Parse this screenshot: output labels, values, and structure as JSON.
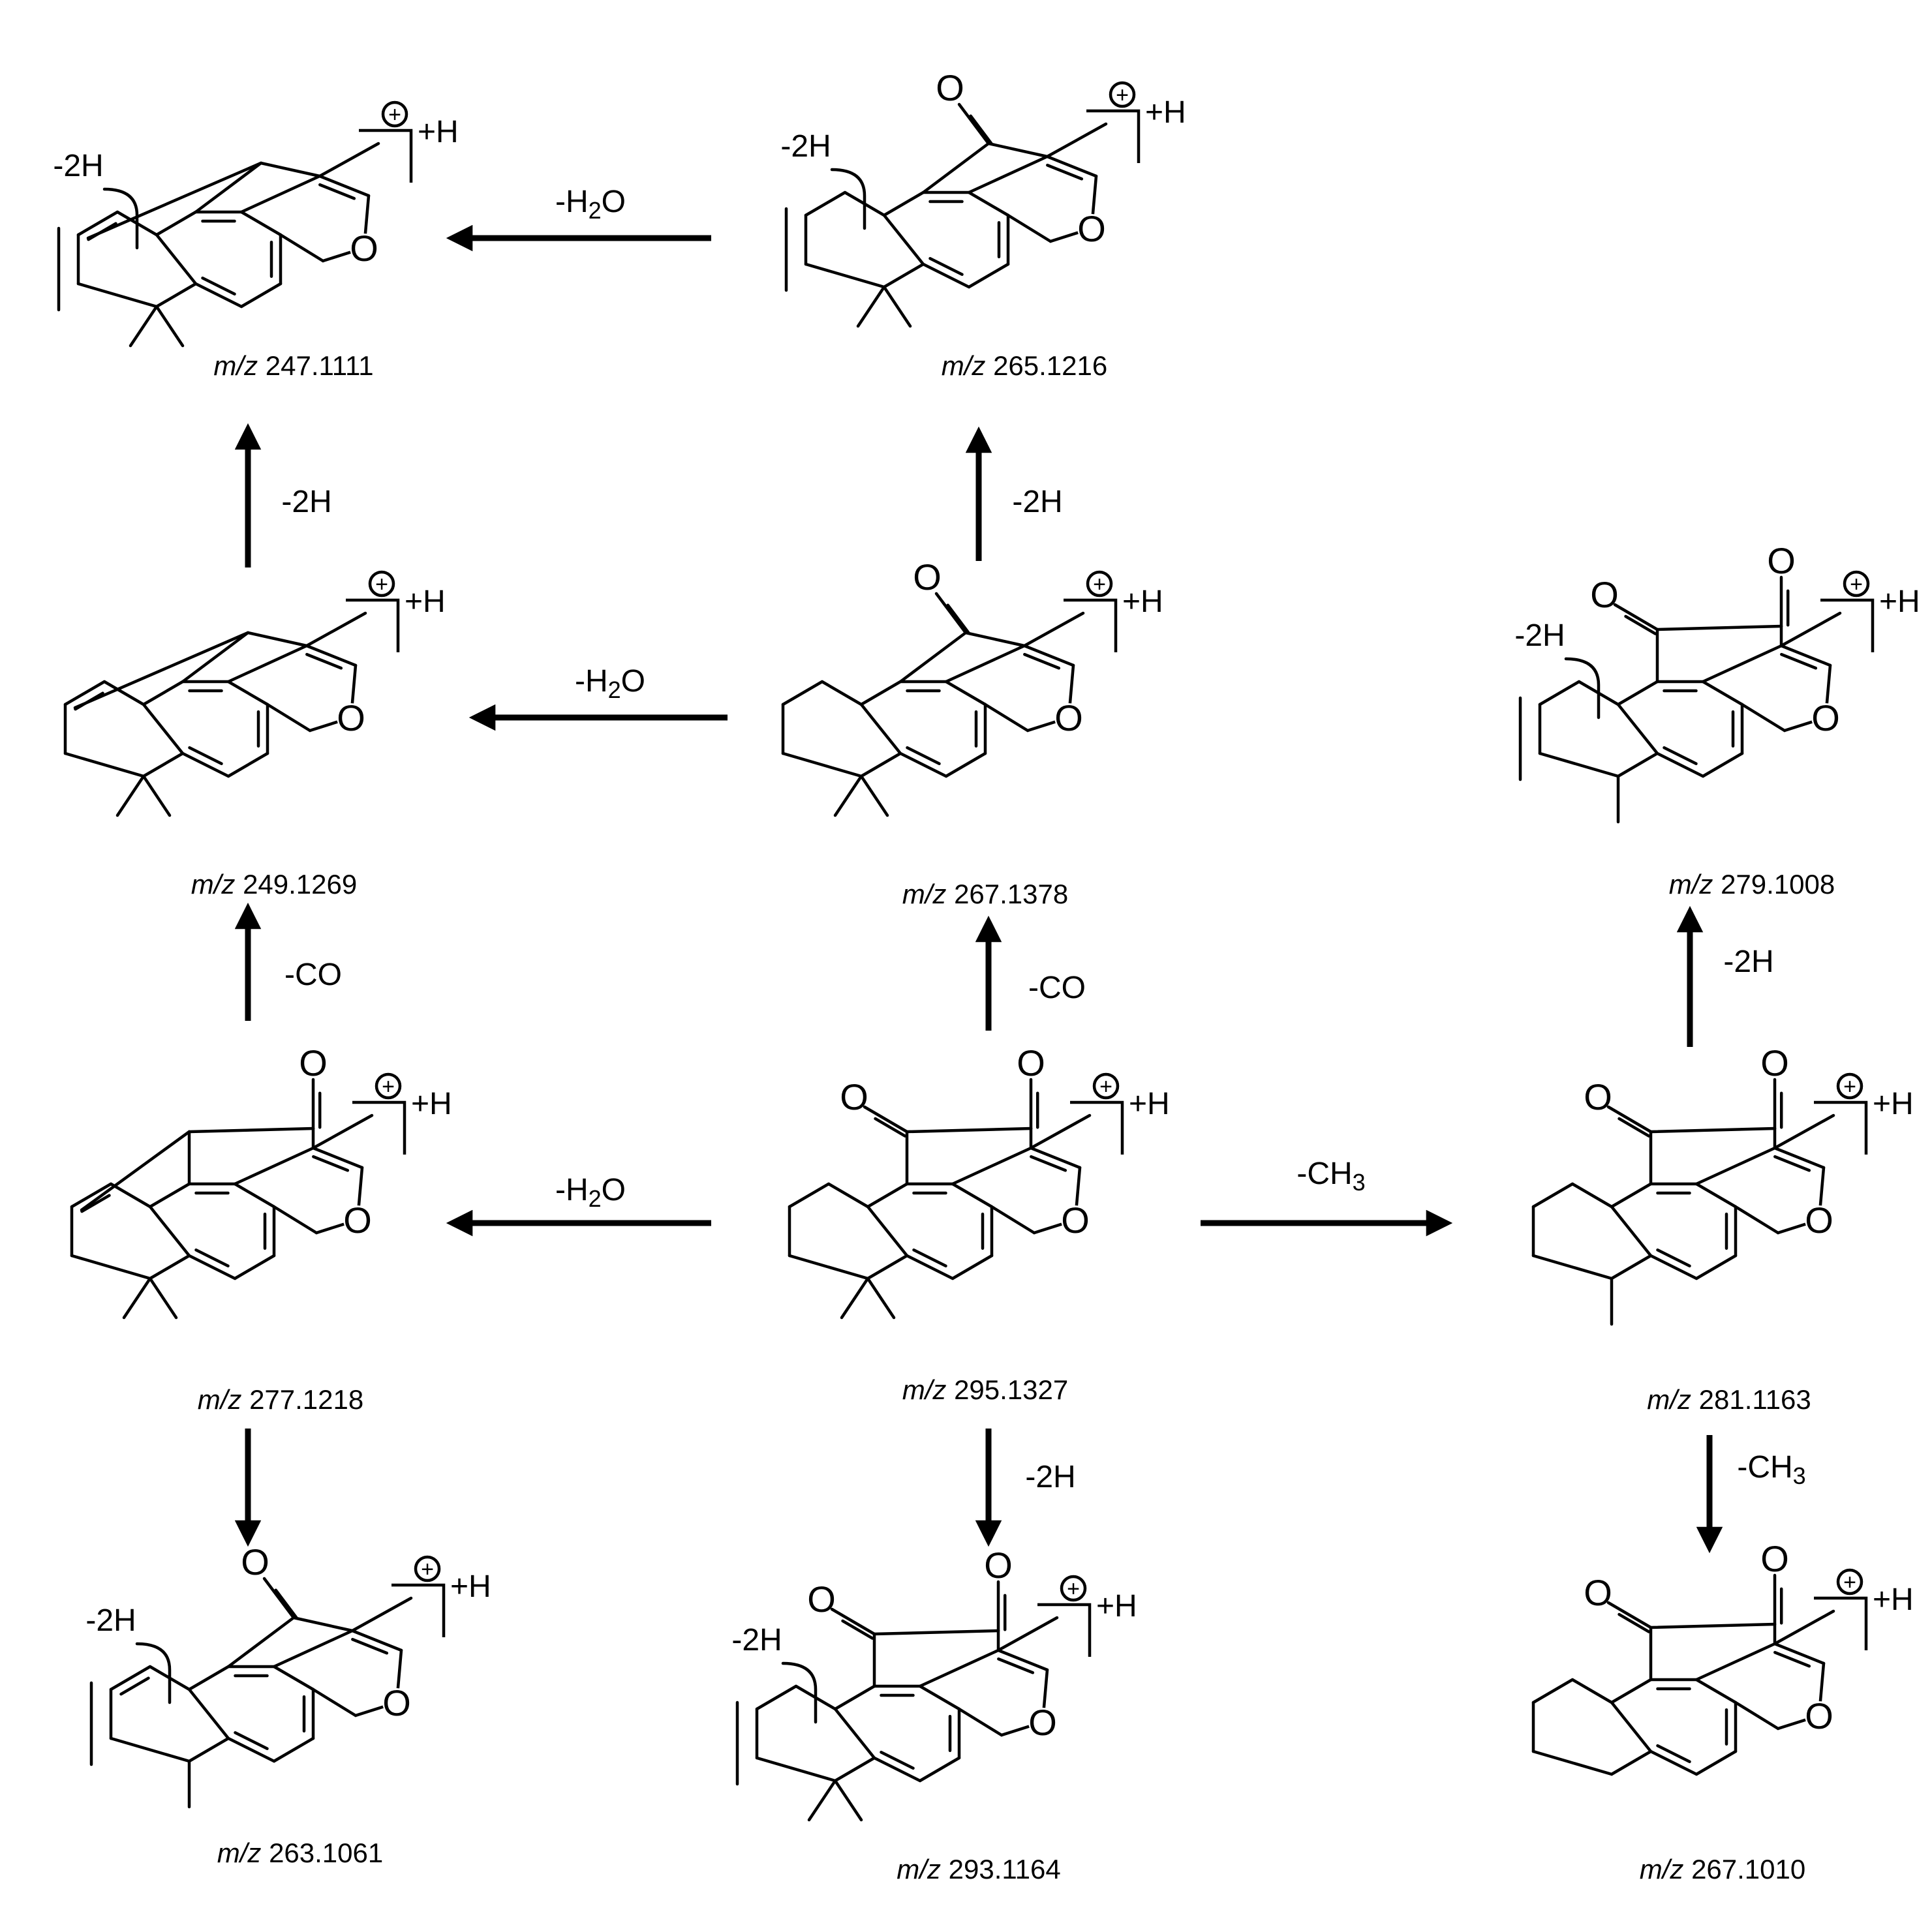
{
  "atoms": {
    "oxygen": "O"
  },
  "charge": {
    "symbol": "+",
    "adduct": "+H"
  },
  "mz_prefix": "m/z",
  "fragments": [
    {
      "id": "f247",
      "mz": "247.1111"
    },
    {
      "id": "f265",
      "mz": "265.1216"
    },
    {
      "id": "f249",
      "mz": "249.1269"
    },
    {
      "id": "f267a",
      "mz": "267.1378"
    },
    {
      "id": "f279",
      "mz": "279.1008"
    },
    {
      "id": "f277",
      "mz": "277.1218"
    },
    {
      "id": "f295",
      "mz": "295.1327"
    },
    {
      "id": "f281",
      "mz": "281.1163"
    },
    {
      "id": "f263",
      "mz": "263.1061"
    },
    {
      "id": "f293",
      "mz": "293.1164"
    },
    {
      "id": "f267b",
      "mz": "267.1010"
    }
  ],
  "transitions": [
    {
      "from": "f265",
      "to": "f247",
      "loss": "-H2O",
      "loss_main": "-H",
      "loss_sub": "2",
      "loss_tail": "O"
    },
    {
      "from": "f249",
      "to": "f247",
      "loss": "-2H",
      "loss_main": "-2H",
      "loss_sub": "",
      "loss_tail": ""
    },
    {
      "from": "f267a",
      "to": "f265",
      "loss": "-2H",
      "loss_main": "-2H",
      "loss_sub": "",
      "loss_tail": ""
    },
    {
      "from": "f267a",
      "to": "f249",
      "loss": "-H2O",
      "loss_main": "-H",
      "loss_sub": "2",
      "loss_tail": "O"
    },
    {
      "from": "f277",
      "to": "f249",
      "loss": "-CO",
      "loss_main": "-CO",
      "loss_sub": "",
      "loss_tail": ""
    },
    {
      "from": "f295",
      "to": "f267a",
      "loss": "-CO",
      "loss_main": "-CO",
      "loss_sub": "",
      "loss_tail": ""
    },
    {
      "from": "f295",
      "to": "f277",
      "loss": "-H2O",
      "loss_main": "-H",
      "loss_sub": "2",
      "loss_tail": "O"
    },
    {
      "from": "f295",
      "to": "f281",
      "loss": "-CH3",
      "loss_main": "-CH",
      "loss_sub": "3",
      "loss_tail": ""
    },
    {
      "from": "f281",
      "to": "f279",
      "loss": "-2H",
      "loss_main": "-2H",
      "loss_sub": "",
      "loss_tail": ""
    },
    {
      "from": "f277",
      "to": "f263",
      "loss": "",
      "loss_main": "",
      "loss_sub": "",
      "loss_tail": ""
    },
    {
      "from": "f295",
      "to": "f293",
      "loss": "-2H",
      "loss_main": "-2H",
      "loss_sub": "",
      "loss_tail": ""
    },
    {
      "from": "f281",
      "to": "f267b",
      "loss": "-CH3",
      "loss_main": "-CH",
      "loss_sub": "3",
      "loss_tail": ""
    }
  ],
  "inline_losses": [
    {
      "fragment": "f247",
      "label": "-2H"
    },
    {
      "fragment": "f265",
      "label": "-2H"
    },
    {
      "fragment": "f279",
      "label": "-2H"
    },
    {
      "fragment": "f263",
      "label": "-2H"
    },
    {
      "fragment": "f293",
      "label": "-2H"
    }
  ]
}
